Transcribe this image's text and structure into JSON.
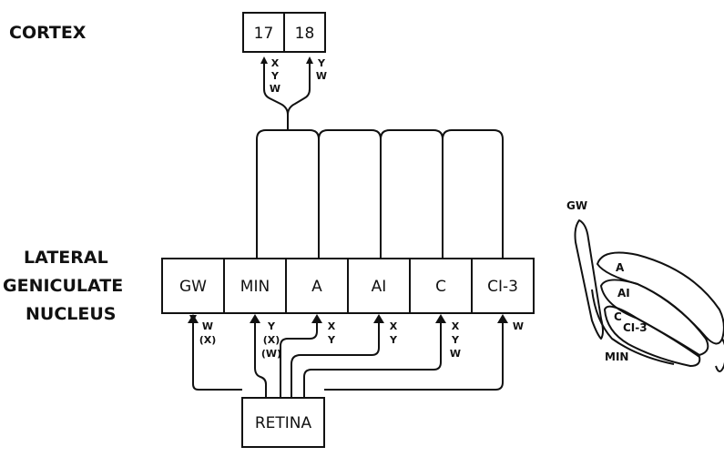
{
  "labels": {
    "cortex": "CORTEX",
    "lgn_line1": "LATERAL",
    "lgn_line2": "GENICULATE",
    "lgn_line3": "NUCLEUS"
  },
  "cortex_areas": [
    "17",
    "18"
  ],
  "cortex_inputs": {
    "area17": [
      "X",
      "Y",
      "W"
    ],
    "area18": [
      "Y",
      "W"
    ]
  },
  "lgn_layers": [
    "GW",
    "MIN",
    "A",
    "AI",
    "C",
    "CI-3"
  ],
  "retina_inputs": {
    "gw": [
      "W",
      "(X)"
    ],
    "min": [
      "Y",
      "(X)",
      "(W)"
    ],
    "a": [
      "X",
      "Y"
    ],
    "ai": [
      "X",
      "Y"
    ],
    "c": [
      "X",
      "Y",
      "W"
    ],
    "ci3": [
      "W"
    ]
  },
  "retina": "RETINA",
  "section_labels": {
    "gw": "GW",
    "a": "A",
    "ai": "AI",
    "c": "C",
    "ci3": "CI-3",
    "min": "MIN"
  }
}
